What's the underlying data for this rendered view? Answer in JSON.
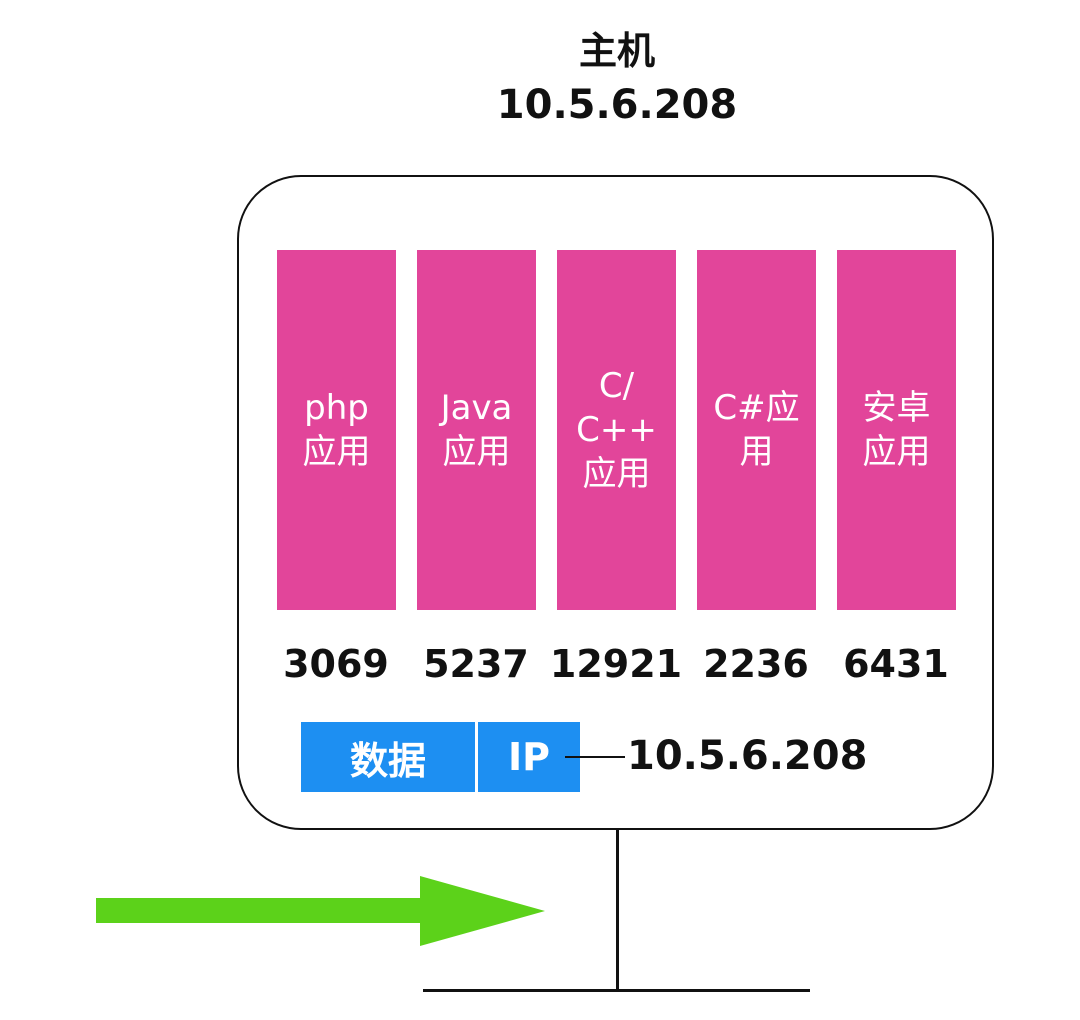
{
  "host": {
    "title": "主机",
    "ip": "10.5.6.208"
  },
  "apps": [
    {
      "label": "php\n应用",
      "port": "3069"
    },
    {
      "label": "Java\n应用",
      "port": "5237"
    },
    {
      "label": "C/\nC++\n应用",
      "port": "12921"
    },
    {
      "label": "C#应\n用",
      "port": "2236"
    },
    {
      "label": "安卓\n应用",
      "port": "6431"
    }
  ],
  "packet": {
    "data_label": "数据",
    "ip_label": "IP",
    "ip_value": "10.5.6.208"
  },
  "colors": {
    "app": "#E2459A",
    "packet": "#1D8FF2",
    "arrow": "#5CD21A"
  }
}
